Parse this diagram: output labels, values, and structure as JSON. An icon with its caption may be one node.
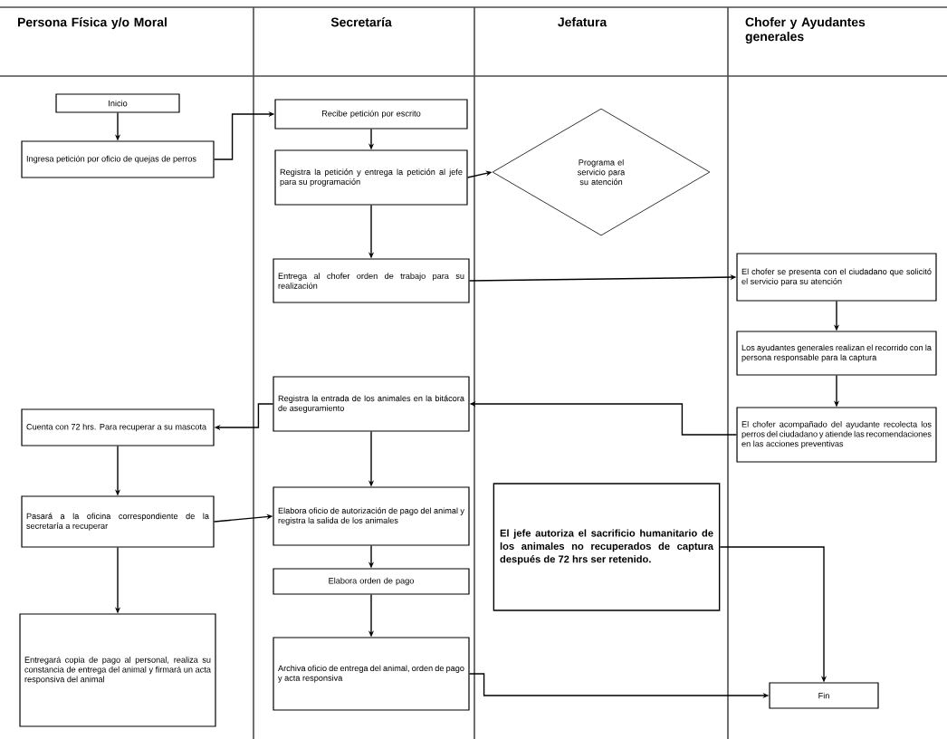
{
  "diagram": {
    "nodes": [
      {
        "text": [
          "Inicio"
        ]
      },
      {
        "text": [
          "Ingresa petición por oficio de quejas de perros"
        ]
      },
      {
        "text": [
          "Recibe petición por escrito"
        ]
      },
      {
        "text": [
          "Registra la petición y entrega la petición al jefe para su programación"
        ]
      },
      {
        "text": [
          "Programa el servicio para su atención"
        ]
      },
      {
        "text": [
          "Entrega al chofer orden de trabajo para su realización"
        ]
      },
      {
        "text": [
          "El chofer se presenta con el ciudadano que solicitó el servicio para su atención"
        ]
      },
      {
        "text": [
          "Los ayudantes generales realizan el recorrido con la persona responsable para la captura"
        ]
      },
      {
        "text": [
          "El chofer acompañado del ayudante recolecta los perros del ciudadano y atiende las recomendaciones en las acciones preventivas"
        ]
      },
      {
        "text": [
          "Registra la entrada de los animales en la bitácora de aseguramiento"
        ]
      },
      {
        "text": [
          "Cuenta con 72 hrs. Para recuperar a su mascota"
        ]
      },
      {
        "text": [
          "Pasará a la oficina correspondiente de la secretaría a recuperar"
        ]
      },
      {
        "text": [
          "Elabora oficio de autorización de pago del animal y registra la salida de los animales"
        ]
      },
      {
        "text": [
          "Elabora orden de pago"
        ]
      },
      {
        "text": [
          "Archiva oficio de entrega del animal, orden de pago y acta responsiva"
        ]
      },
      {
        "text": [
          "Entregará copia de pago al personal, realiza su constancia de entrega del animal y firmará un acta responsiva del animal"
        ]
      },
      {
        "text": [
          "El jefe autoriza el sacrificio humanitario de los animales no recuperados de captura después de 72 hrs ser retenido."
        ]
      },
      {
        "text": [
          "Fin"
        ]
      }
    ],
    "edges": [
      {
        "from": 0,
        "to": 1,
        "arrow": "to"
      },
      {
        "from": 1,
        "to": 2,
        "arrow": "to"
      },
      {
        "from": 2,
        "to": 3,
        "arrow": "to"
      },
      {
        "from": 3,
        "to": 4,
        "arrow": "to"
      },
      {
        "from": 3,
        "to": 5,
        "arrow": "to"
      },
      {
        "from": 5,
        "to": 6,
        "arrow": "to"
      },
      {
        "from": 6,
        "to": 7,
        "arrow": "to"
      },
      {
        "from": 7,
        "to": 8,
        "arrow": "to"
      },
      {
        "from": 8,
        "to": 9,
        "arrow": "to"
      },
      {
        "from": 9,
        "to": 10,
        "arrow": "to"
      },
      {
        "from": 10,
        "to": 11,
        "arrow": "to"
      },
      {
        "from": 9,
        "to": 12,
        "arrow": "to"
      },
      {
        "from": 11,
        "to": 12,
        "arrow": "to"
      },
      {
        "from": 11,
        "to": 15,
        "arrow": "to"
      },
      {
        "from": 12,
        "to": 13,
        "arrow": "to"
      },
      {
        "from": 13,
        "to": 14,
        "arrow": "to"
      },
      {
        "from": 16,
        "to": 17,
        "arrow": "to"
      },
      {
        "from": 14,
        "to": 17,
        "arrow": "to"
      }
    ],
    "labels": [
      "Persona Física y/o Moral",
      "Secretaría",
      "Jefatura",
      "Chofer y Ayudantes generales"
    ]
  }
}
